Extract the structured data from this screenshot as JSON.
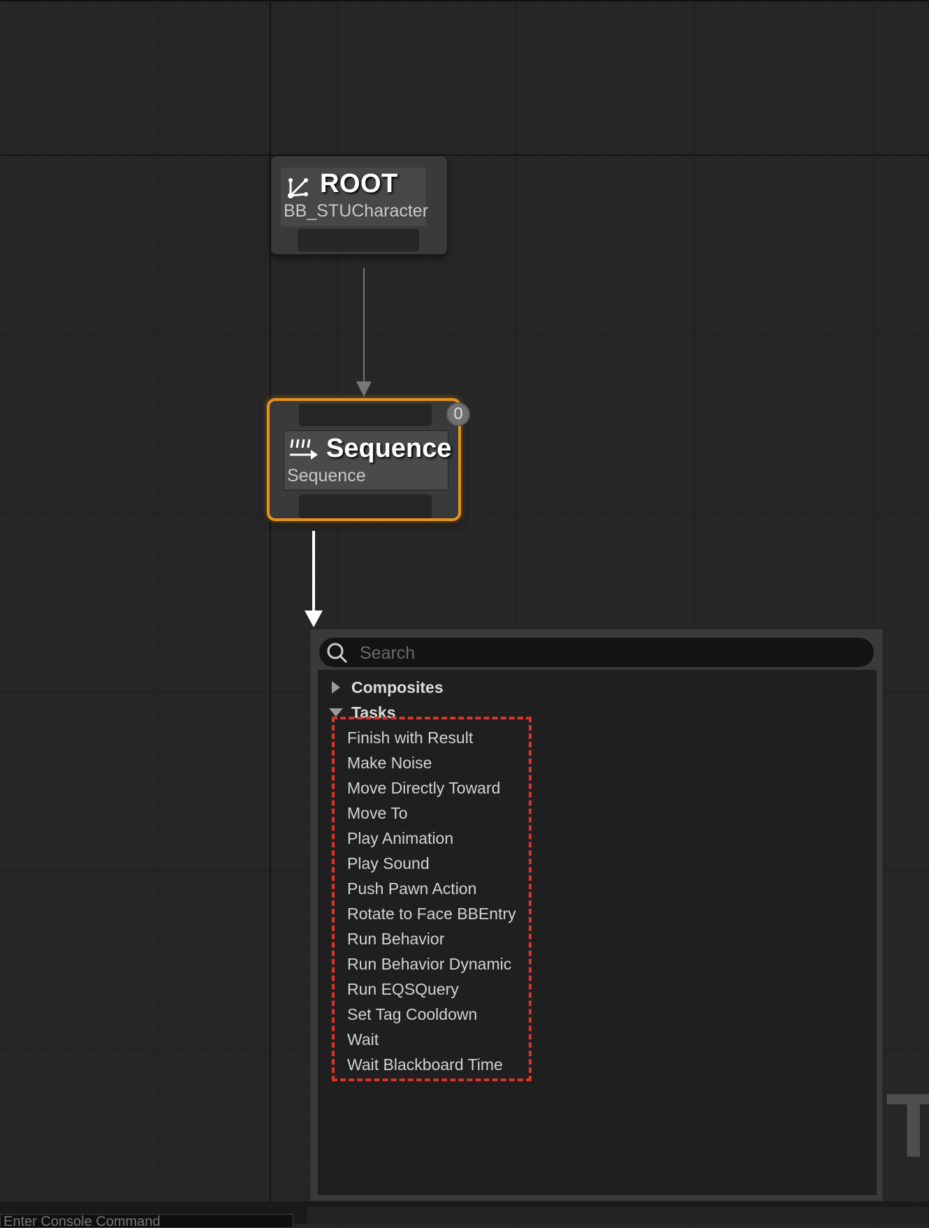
{
  "root_node": {
    "title": "ROOT",
    "subtitle": "BB_STUCharacter",
    "icon": "root-branch-icon"
  },
  "sequence_node": {
    "title": "Sequence",
    "subtitle": "Sequence",
    "icon": "sequence-arrows-icon",
    "badge": "0"
  },
  "menu": {
    "search_placeholder": "Search",
    "search_value": "",
    "categories": [
      {
        "label": "Composites",
        "expanded": false
      },
      {
        "label": "Tasks",
        "expanded": true
      }
    ],
    "tasks": [
      "Finish with Result",
      "Make Noise",
      "Move Directly Toward",
      "Move To",
      "Play Animation",
      "Play Sound",
      "Push Pawn Action",
      "Rotate to Face BBEntry",
      "Run Behavior",
      "Run Behavior Dynamic",
      "Run EQSQuery",
      "Set Tag Cooldown",
      "Wait",
      "Wait Blackboard Time"
    ]
  },
  "watermark": "T",
  "console": {
    "placeholder": "Enter Console Command"
  },
  "colors": {
    "selection_accent": "#e6921c",
    "highlight_box": "#d9332a",
    "graph_background": "#262626"
  }
}
